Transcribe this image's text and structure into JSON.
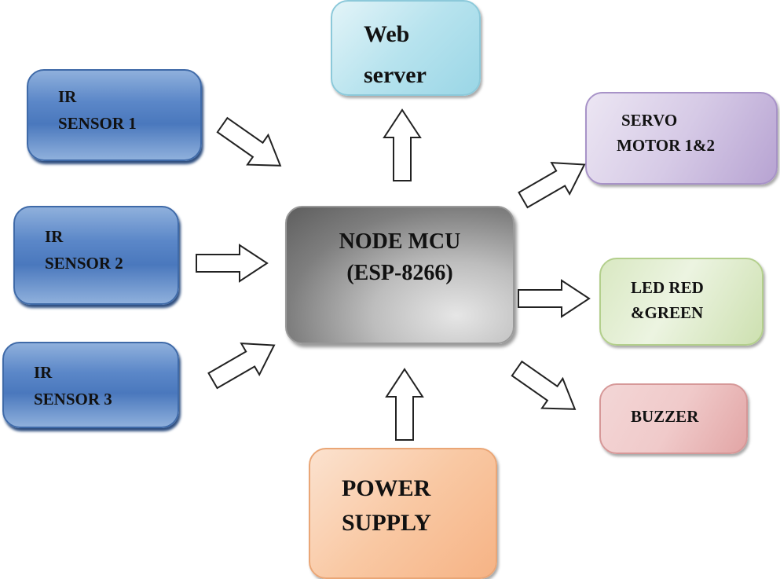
{
  "nodes": {
    "ir1": {
      "lines": [
        "IR",
        "SENSOR 1"
      ],
      "color": "#4f7dc0"
    },
    "ir2": {
      "lines": [
        "IR",
        "SENSOR 2"
      ],
      "color": "#4f7dc0"
    },
    "ir3": {
      "lines": [
        "IR",
        "SENSOR 3"
      ],
      "color": "#4f7dc0"
    },
    "mcu": {
      "lines": [
        "NODE MCU",
        "(ESP-8266)"
      ],
      "color": "#8a8a8a"
    },
    "web": {
      "lines": [
        "Web",
        "server"
      ],
      "color": "#b7e3ee"
    },
    "servo": {
      "lines": [
        "SERVO",
        "MOTOR 1&2"
      ],
      "color": "#d6cae6"
    },
    "led": {
      "lines": [
        "LED RED",
        "&GREEN"
      ],
      "color": "#e2eed2"
    },
    "buzzer": {
      "lines": [
        "BUZZER"
      ],
      "color": "#f0caca"
    },
    "power": {
      "lines": [
        "POWER",
        "SUPPLY"
      ],
      "color": "#f9c8a3"
    }
  },
  "edges": [
    {
      "from": "ir1",
      "to": "mcu"
    },
    {
      "from": "ir2",
      "to": "mcu"
    },
    {
      "from": "ir3",
      "to": "mcu"
    },
    {
      "from": "mcu",
      "to": "web"
    },
    {
      "from": "power",
      "to": "mcu"
    },
    {
      "from": "mcu",
      "to": "servo"
    },
    {
      "from": "mcu",
      "to": "led"
    },
    {
      "from": "mcu",
      "to": "buzzer"
    }
  ]
}
